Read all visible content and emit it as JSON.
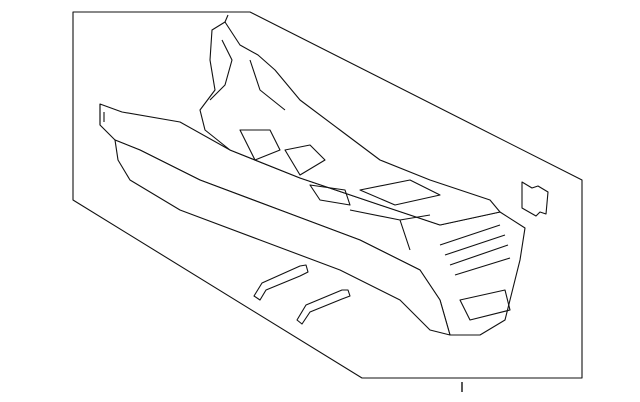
{
  "diagram": {
    "kind": "exploded-parts-view",
    "parts": [
      "console-assembly",
      "side-bracket",
      "front-bracket",
      "rear-bracket"
    ],
    "colors": {
      "line": "#111111",
      "background": "#ffffff"
    }
  }
}
